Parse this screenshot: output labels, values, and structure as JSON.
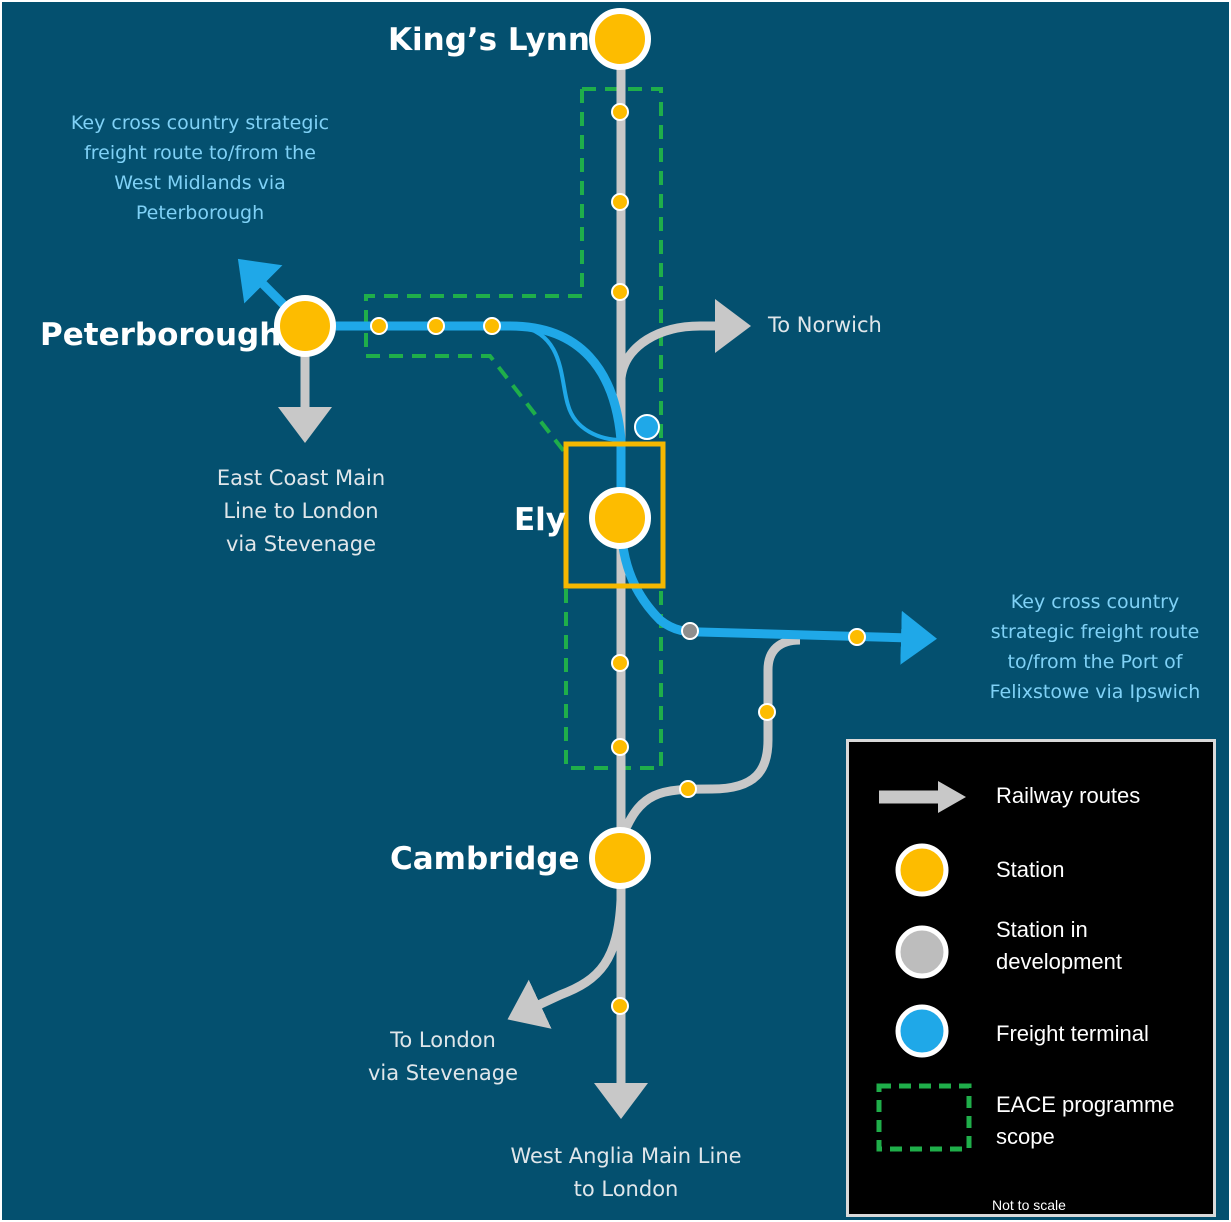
{
  "stations": {
    "kings_lynn": "King’s Lynn",
    "peterborough": "Peterborough",
    "ely": "Ely",
    "cambridge": "Cambridge"
  },
  "labels": {
    "freight_west": [
      "Key cross country strategic",
      "freight route to/from the",
      "West Midlands via",
      "Peterborough"
    ],
    "ecml": [
      "East Coast Main",
      "Line to London",
      "via Stevenage"
    ],
    "to_norwich": "To Norwich",
    "freight_east": [
      "Key cross country",
      "strategic freight route",
      "to/from the Port of",
      "Felixstowe via Ipswich"
    ],
    "to_london": [
      "To London",
      "via Stevenage"
    ],
    "wa_main": [
      "West Anglia Main Line",
      "to London"
    ]
  },
  "legend": {
    "railway_routes": "Railway routes",
    "station": "Station",
    "station_dev": [
      "Station in",
      "development"
    ],
    "freight_terminal": "Freight terminal",
    "eace": [
      "EACE programme",
      "scope"
    ],
    "note": "Not to scale"
  },
  "colors": {
    "background": "#04506f",
    "station": "#fdbc00",
    "rail_grey": "#c8c8c8",
    "freight_blue": "#1fa8e8",
    "eace_green": "#1fae4a",
    "highlight": "#f5b800"
  }
}
